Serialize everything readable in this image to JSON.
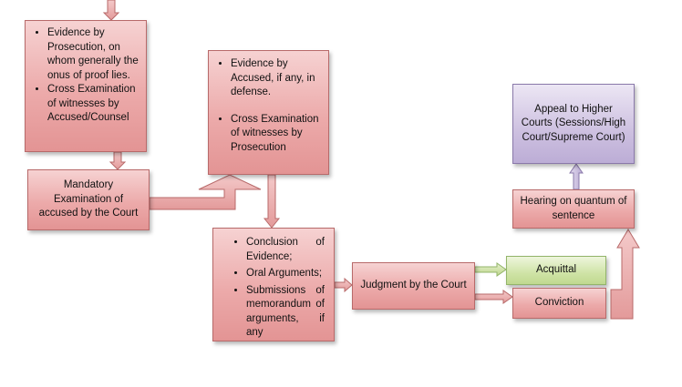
{
  "diagram": {
    "prosecution_evidence": {
      "items": [
        "Evidence by Prosecution, on whom generally the onus of proof lies.",
        "Cross Examination of witnesses by Accused/Counsel"
      ]
    },
    "mandatory_examination": "Mandatory Examination of accused by the Court",
    "defense_evidence": {
      "items": [
        "Evidence by Accused, if any, in defense.",
        "Cross Examination of witnesses by Prosecution"
      ]
    },
    "conclusion": {
      "items": [
        "Conclusion of Evidence;",
        "Oral Arguments;",
        "Submissions of memorandum of arguments, if any"
      ]
    },
    "judgment": "Judgment by the Court",
    "acquittal": "Acquittal",
    "conviction": "Conviction",
    "hearing": "Hearing on quantum of sentence",
    "appeal": "Appeal to Higher Courts (Sessions/High Court/Supreme Court)"
  },
  "colors": {
    "box_fill": "#ecaaaa",
    "box_border": "#b86a6a",
    "acquittal_fill": "#cfe3a6",
    "appeal_fill": "#cdc0e0"
  }
}
